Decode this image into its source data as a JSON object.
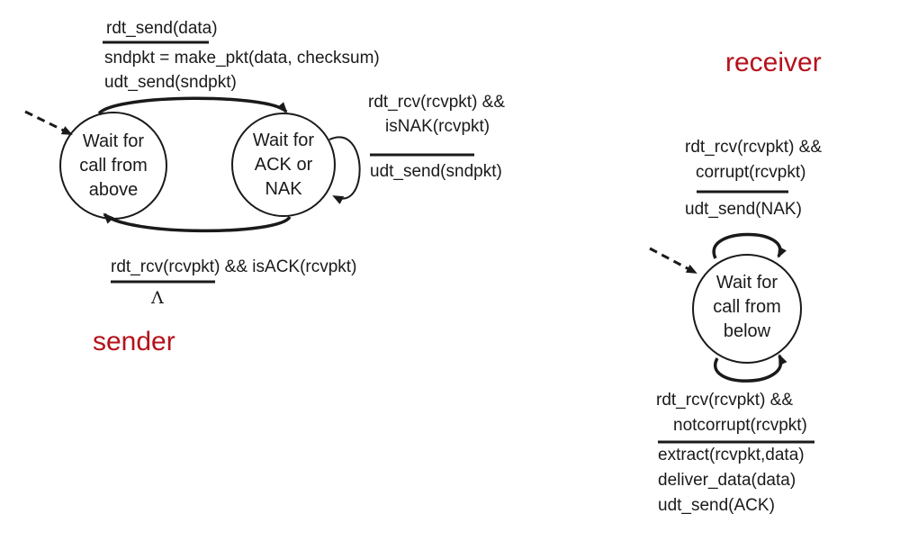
{
  "colors": {
    "title": "#b5121b",
    "ink": "#1a1a1a"
  },
  "sender": {
    "title": "sender",
    "states": [
      {
        "lines": [
          "Wait for",
          "call from",
          "above"
        ]
      },
      {
        "lines": [
          "Wait for",
          "ACK or",
          "NAK"
        ]
      }
    ],
    "transitions": {
      "send": {
        "event": "rdt_send(data)",
        "actions": [
          "sndpkt = make_pkt(data, checksum)",
          "udt_send(sndpkt)"
        ]
      },
      "nak": {
        "event": [
          "rdt_rcv(rcvpkt) &&",
          "isNAK(rcvpkt)"
        ],
        "actions": [
          "udt_send(sndpkt)"
        ]
      },
      "ack": {
        "event": "rdt_rcv(rcvpkt) && isACK(rcvpkt)",
        "actions": [
          "Λ"
        ]
      }
    }
  },
  "receiver": {
    "title": "receiver",
    "state": {
      "lines": [
        "Wait for",
        "call from",
        "below"
      ]
    },
    "transitions": {
      "corrupt": {
        "event": [
          "rdt_rcv(rcvpkt) &&",
          "corrupt(rcvpkt)"
        ],
        "actions": [
          "udt_send(NAK)"
        ]
      },
      "notcorrupt": {
        "event": [
          "rdt_rcv(rcvpkt) &&",
          "notcorrupt(rcvpkt)"
        ],
        "actions": [
          "extract(rcvpkt,data)",
          "deliver_data(data)",
          "udt_send(ACK)"
        ]
      }
    }
  }
}
